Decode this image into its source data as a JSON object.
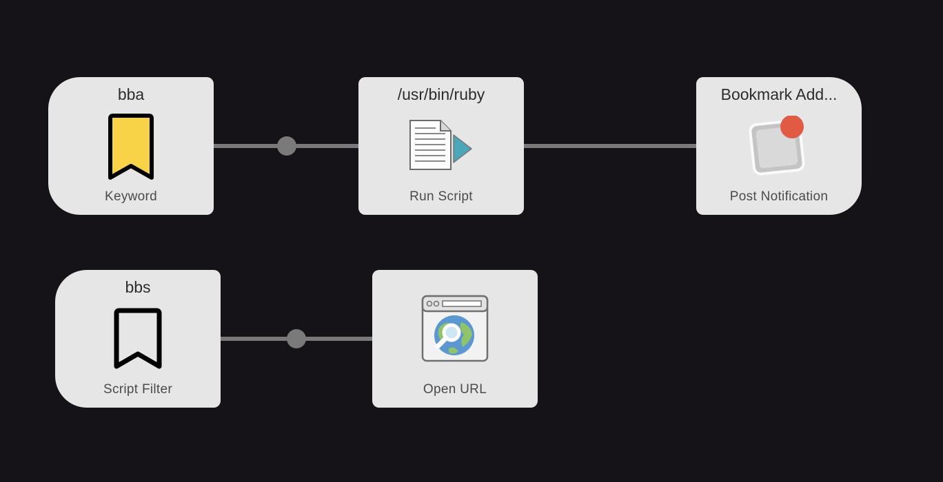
{
  "workflow": {
    "nodes": [
      {
        "title": "bba",
        "type": "Keyword",
        "icon": "bookmark-filled-icon"
      },
      {
        "title": "/usr/bin/ruby",
        "type": "Run Script",
        "icon": "script-document-icon"
      },
      {
        "title": "Bookmark Add...",
        "type": "Post Notification",
        "icon": "notification-icon"
      },
      {
        "title": "bbs",
        "type": "Script Filter",
        "icon": "bookmark-outline-icon"
      },
      {
        "title": "",
        "type": "Open URL",
        "icon": "browser-globe-search-icon"
      }
    ]
  },
  "colors": {
    "background": "#151318",
    "node_fill": "#e6e6e6",
    "connector": "#7a7a7a",
    "bookmark_yellow": "#f8d247",
    "notification_red": "#e05a44",
    "script_arrow": "#4aa6b8"
  }
}
